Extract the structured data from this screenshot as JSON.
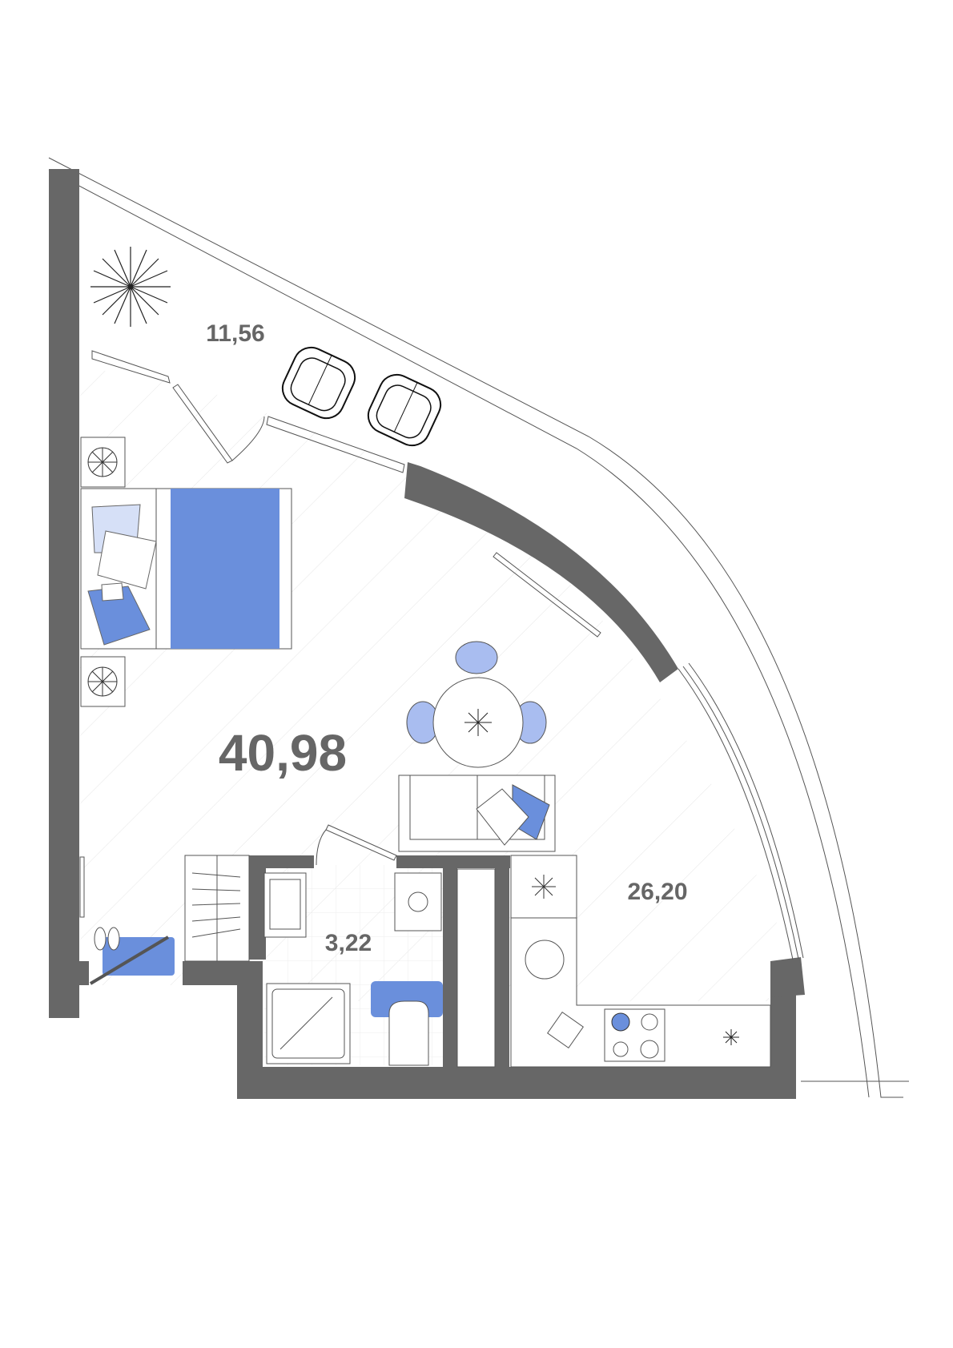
{
  "plan": {
    "rooms": [
      {
        "name": "balcony",
        "area": "11,56"
      },
      {
        "name": "living",
        "area": "40,98"
      },
      {
        "name": "bathroom",
        "area": "3,22"
      },
      {
        "name": "kitchen",
        "area": "26,20"
      }
    ]
  },
  "colors": {
    "wall": "#676767",
    "accent": "#6a8fdc",
    "accent_light": "#a9bdf0",
    "accent_pale": "#d6e0f7"
  }
}
